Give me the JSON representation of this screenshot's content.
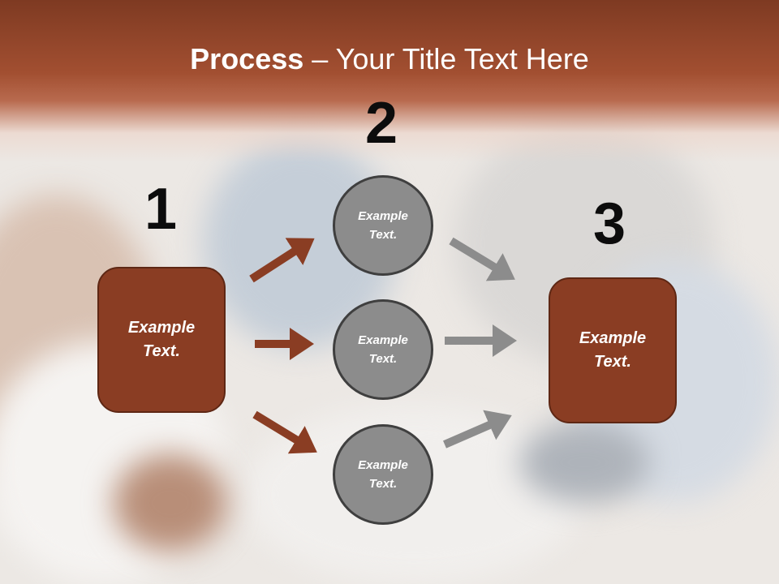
{
  "title": {
    "bold": "Process",
    "rest": " – Your Title Text Here"
  },
  "steps": [
    {
      "number": "1",
      "text_line1": "Example",
      "text_line2": "Text."
    },
    {
      "number": "2",
      "circles": [
        {
          "line1": "Example",
          "line2": "Text."
        },
        {
          "line1": "Example",
          "line2": "Text."
        },
        {
          "line1": "Example",
          "line2": "Text."
        }
      ]
    },
    {
      "number": "3",
      "text_line1": "Example",
      "text_line2": "Text."
    }
  ],
  "colors": {
    "box": "#8a3d23",
    "circle": "#8c8c8c",
    "arrow_left": "#8a3d23",
    "arrow_right": "#8c8c8c",
    "header": "#a24f31"
  }
}
